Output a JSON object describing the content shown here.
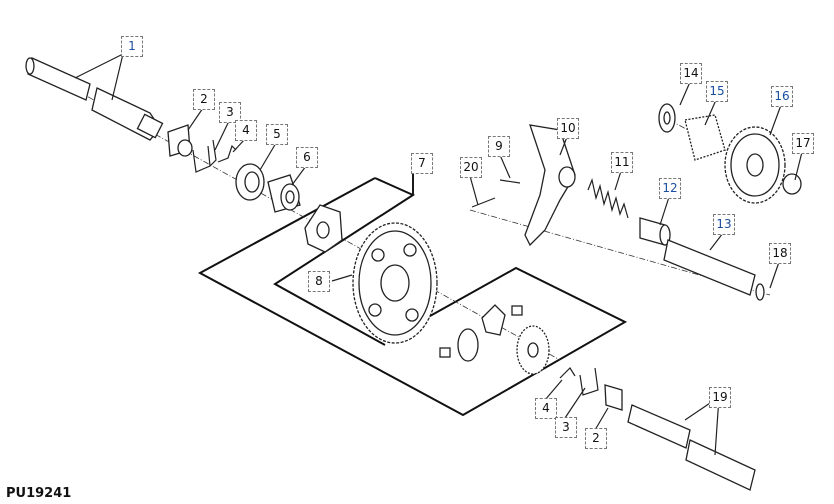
{
  "figure_id": "PU19241",
  "callouts": {
    "c1": "1",
    "c2": "2",
    "c3": "3",
    "c4": "4",
    "c5": "5",
    "c6": "6",
    "c7": "7",
    "c8": "8",
    "c9": "9",
    "c10": "10",
    "c11": "11",
    "c12": "12",
    "c13": "13",
    "c14": "14",
    "c15": "15",
    "c16": "16",
    "c17": "17",
    "c18": "18",
    "c19": "19",
    "c20": "20",
    "c2b": "2",
    "c3b": "3",
    "c4b": "4"
  }
}
